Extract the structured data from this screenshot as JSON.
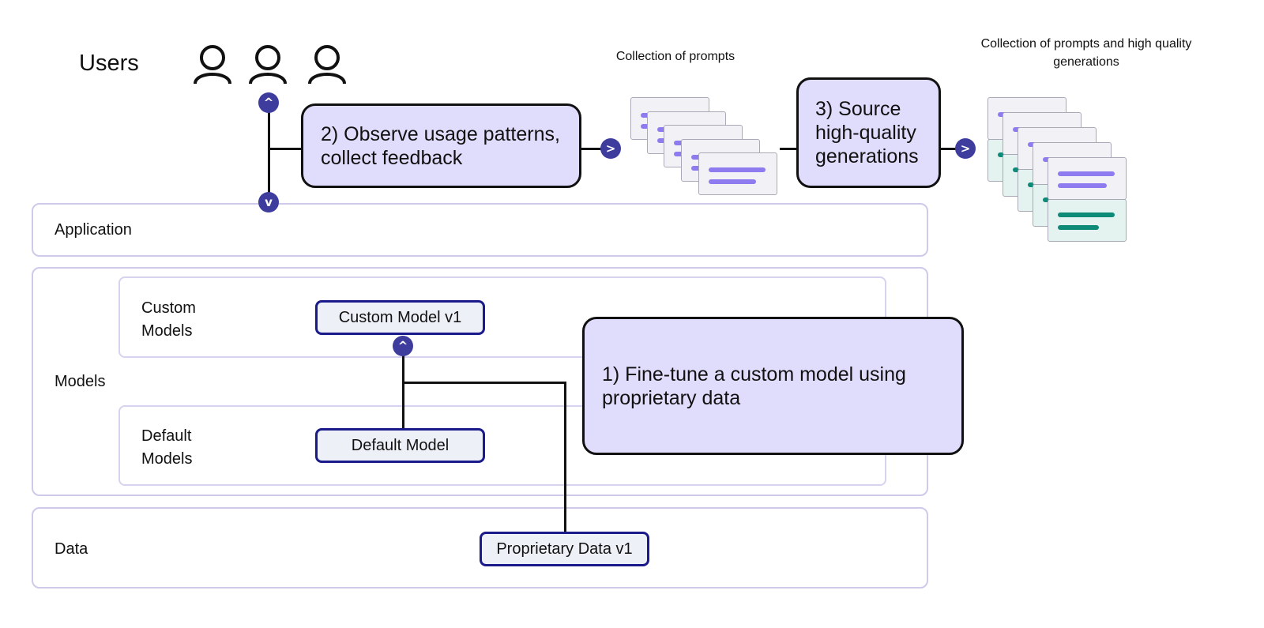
{
  "users": {
    "label": "Users",
    "icons": [
      "user-icon",
      "user-icon",
      "user-icon"
    ]
  },
  "lanes": {
    "application": "Application",
    "models": "Models",
    "custom_models": "Custom\nModels",
    "default_models": "Default\nModels",
    "data": "Data"
  },
  "boxes": {
    "custom_model": "Custom Model v1",
    "default_model": "Default Model",
    "proprietary_data": "Proprietary Data v1"
  },
  "steps": {
    "step1": "1) Fine-tune a custom model using\nproprietary data",
    "step2": "2) Observe usage patterns,\ncollect feedback",
    "step3": "3) Source\nhigh-quality\ngenerations"
  },
  "captions": {
    "prompts": "Collection of prompts",
    "prompts_generations": "Collection of prompts and high quality generations"
  },
  "arrow_glyphs": {
    "up": "^",
    "down": "v",
    "right": ">"
  },
  "colors": {
    "step_fill": "#e0dcfb",
    "lane_border": "#cfc9ea",
    "box_border": "#1a1a8a",
    "arrow_fill": "#3e3d9e",
    "prompt_bar": "#8d7bef",
    "generation_bar": "#0e8a78"
  }
}
